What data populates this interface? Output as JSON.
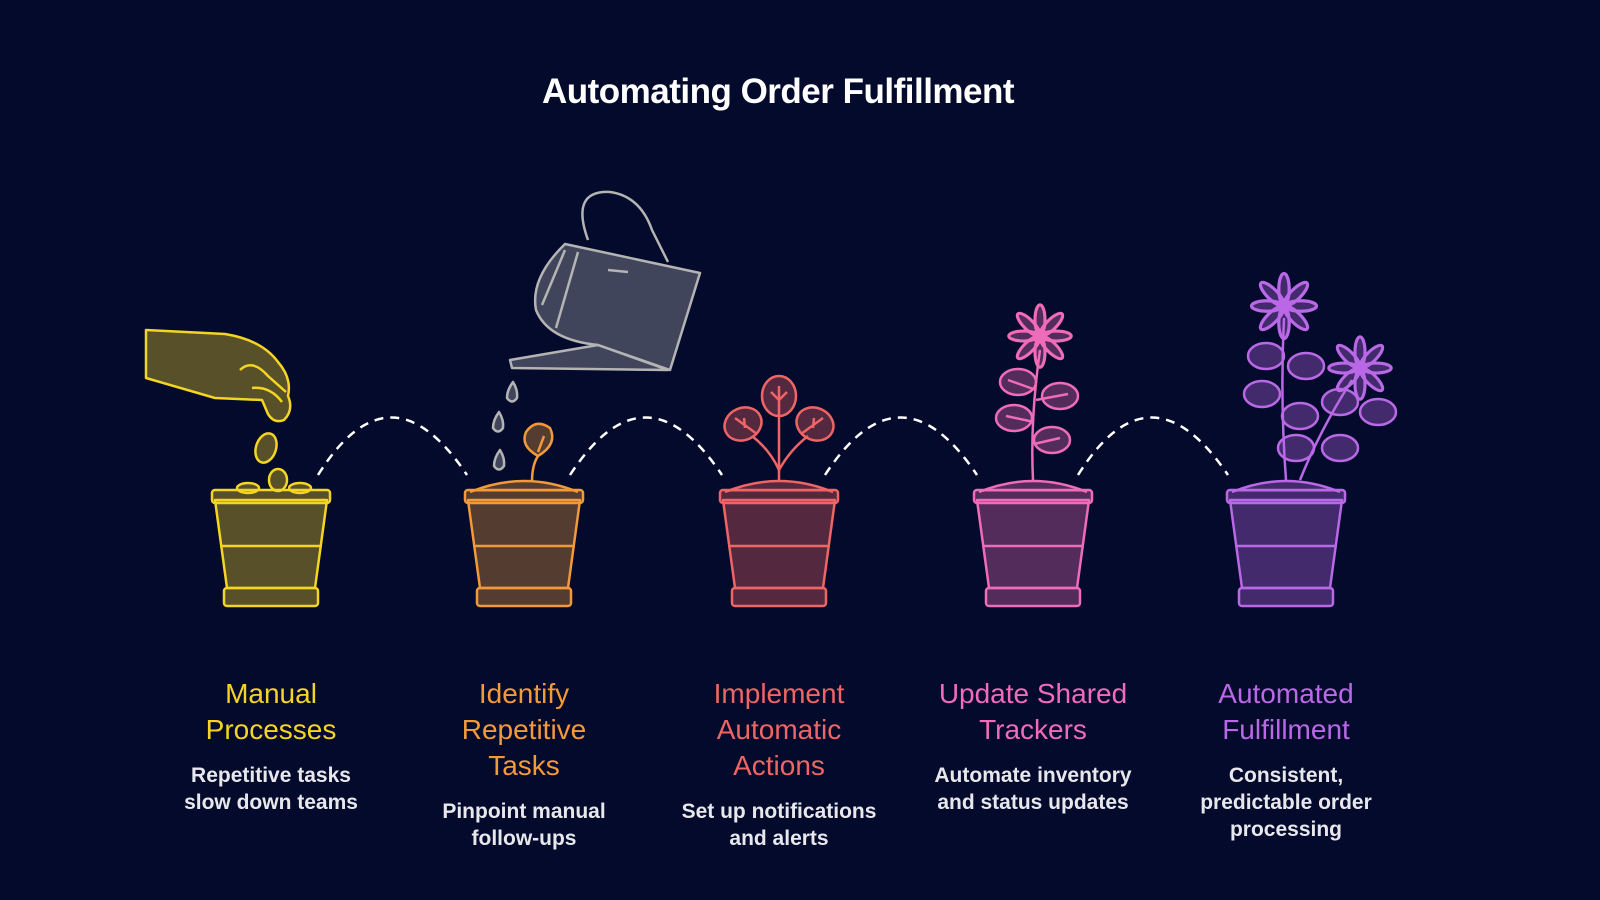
{
  "title": "Automating Order Fulfillment",
  "colors": {
    "background": "#030a2b",
    "stage1": "#f5d524",
    "stage2": "#f29a3a",
    "stage3": "#ef6565",
    "stage4": "#ef6cb8",
    "stage5": "#b968e6",
    "watering_can": "#b4b4b4"
  },
  "stages": [
    {
      "title": "Manual Processes",
      "description": "Repetitive tasks slow down teams",
      "icon": "hand-dropping-seeds-pot-icon"
    },
    {
      "title": "Identify Repetitive Tasks",
      "description": "Pinpoint manual follow-ups",
      "icon": "sprout-pot-icon"
    },
    {
      "title": "Implement Automatic Actions",
      "description": "Set up notifications and alerts",
      "icon": "seedling-pot-icon"
    },
    {
      "title": "Update Shared Trackers",
      "description": "Automate inventory and status updates",
      "icon": "flowering-plant-pot-icon"
    },
    {
      "title": "Automated Fulfillment",
      "description": "Consistent, predictable order processing",
      "icon": "full-bloom-pot-icon"
    }
  ]
}
